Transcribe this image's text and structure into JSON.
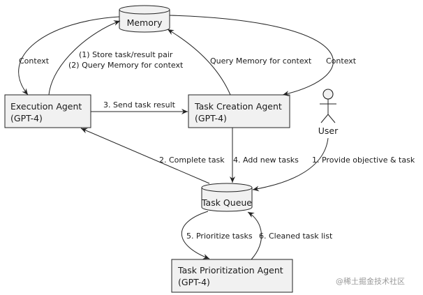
{
  "nodes": {
    "memory": {
      "label": "Memory"
    },
    "execution_agent": {
      "line1": "Execution Agent",
      "line2": "(GPT-4)"
    },
    "task_creation_agent": {
      "line1": "Task Creation Agent",
      "line2": "(GPT-4)"
    },
    "user": {
      "label": "User"
    },
    "task_queue": {
      "label": "Task Queue"
    },
    "task_prioritization_agent": {
      "line1": "Task Prioritization Agent",
      "line2": "(GPT-4)"
    }
  },
  "edges": {
    "memory_to_execution": "Context",
    "execution_to_memory_1": "(1) Store task/result pair",
    "execution_to_memory_2": "(2) Query Memory for context",
    "creation_to_memory": "Query Memory for context",
    "memory_to_creation": "Context",
    "execution_to_creation": "3. Send task result",
    "queue_to_execution": "2. Complete task",
    "creation_to_queue": "4. Add new tasks",
    "user_to_queue": "1. Provide objective & task",
    "queue_to_prioritization": "5. Prioritize tasks",
    "prioritization_to_queue": "6. Cleaned task list"
  },
  "watermark": "@稀土掘金技术社区"
}
